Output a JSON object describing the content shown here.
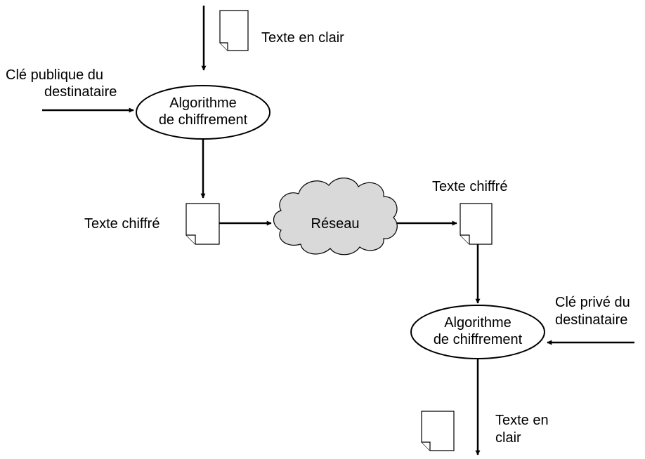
{
  "diagram": {
    "plaintext_top_label": "Texte en clair",
    "sender_key_label": [
      "Clé publique du",
      "destinataire"
    ],
    "encrypt_node_label": [
      "Algorithme",
      "de chiffrement"
    ],
    "ciphertext_left_label": "Texte chiffré",
    "network_label": "Réseau",
    "ciphertext_right_label": "Texte chiffré",
    "receiver_key_label": [
      "Clé privé du",
      "destinataire"
    ],
    "decrypt_node_label": [
      "Algorithme",
      "de chiffrement"
    ],
    "plaintext_bottom_label": [
      "Texte en",
      "clair"
    ]
  }
}
